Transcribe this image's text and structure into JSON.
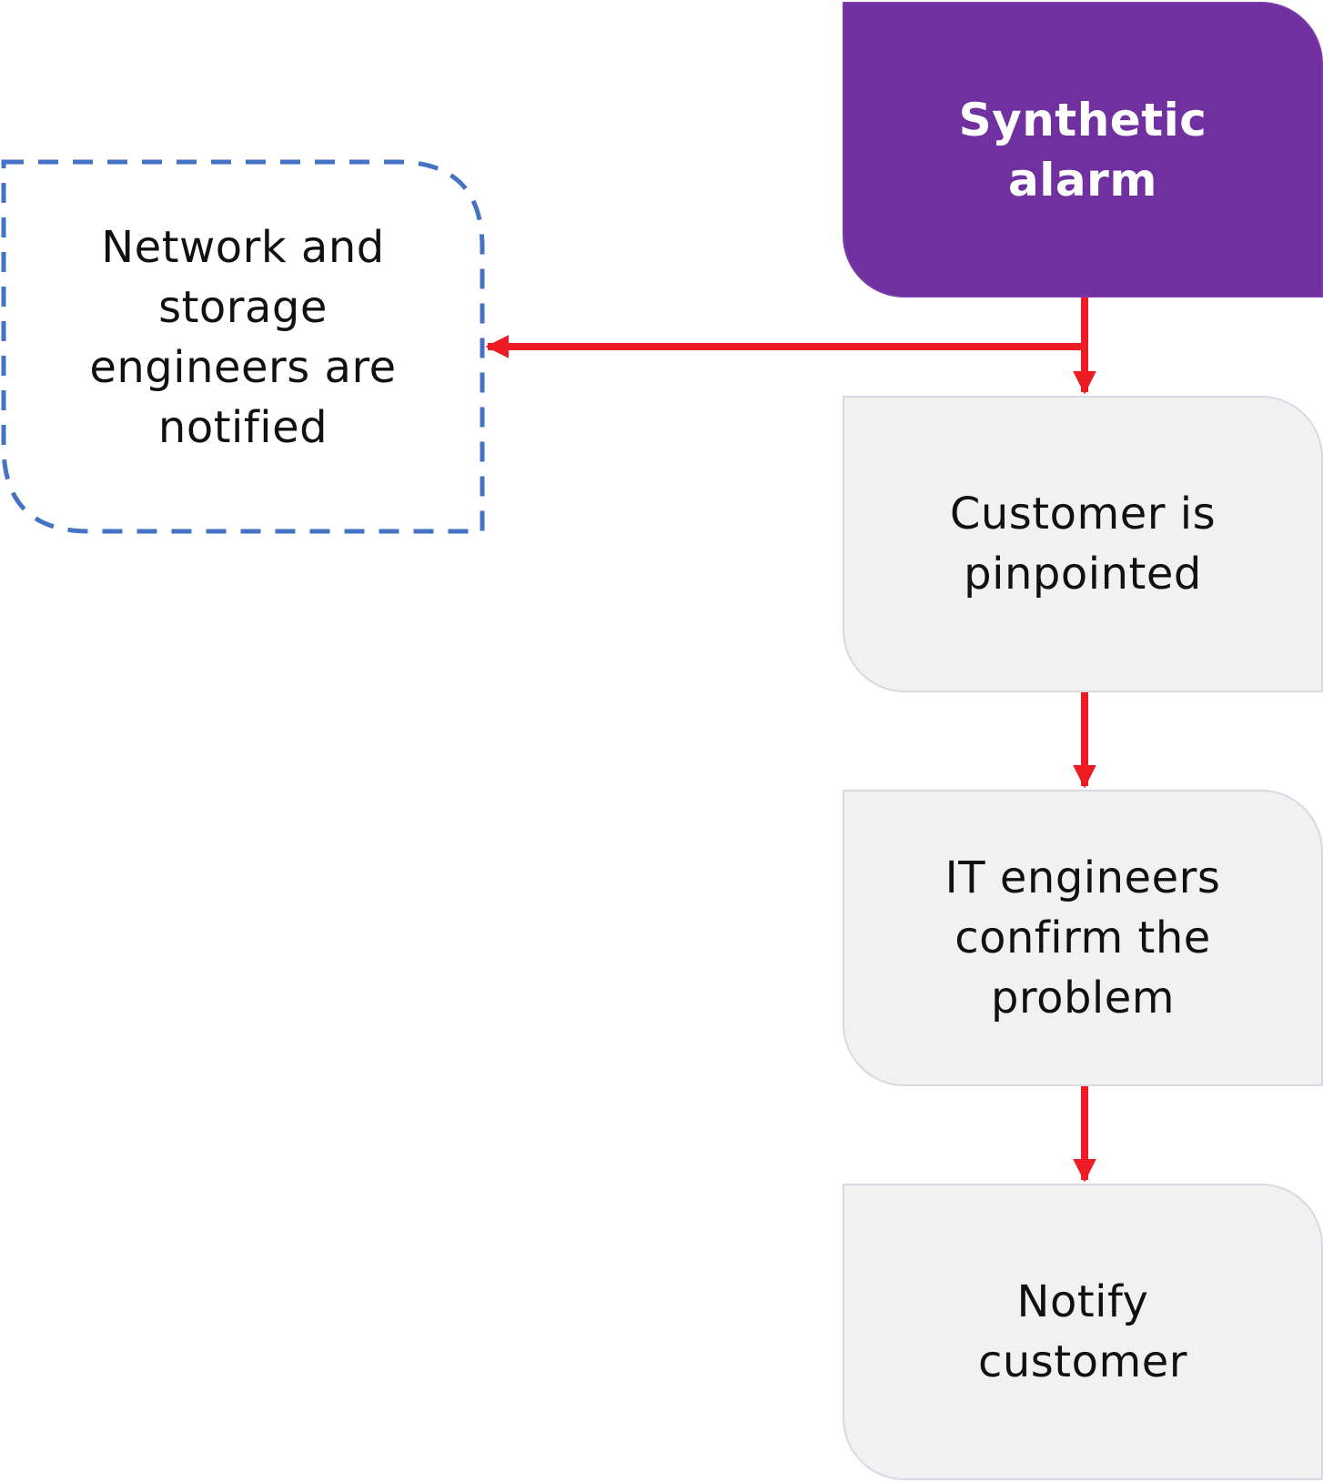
{
  "diagram": {
    "nodes": [
      {
        "id": "synthetic-alarm",
        "label": "Synthetic alarm",
        "style": "primary",
        "fill": "#7030a0"
      },
      {
        "id": "customer-pinpointed",
        "label": "Customer is pinpointed",
        "style": "step",
        "fill": "#f1f1f2"
      },
      {
        "id": "it-engineers-confirm",
        "label": "IT engineers confirm the problem",
        "style": "step",
        "fill": "#f1f1f2"
      },
      {
        "id": "notify-customer",
        "label": "Notify customer",
        "style": "step",
        "fill": "#f1f1f2"
      },
      {
        "id": "network-storage-notified",
        "label": "Network and storage engineers are notified",
        "style": "dashed",
        "border": "#4472c4"
      }
    ],
    "edges": [
      {
        "from": "synthetic-alarm",
        "to": "customer-pinpointed"
      },
      {
        "from": "customer-pinpointed",
        "to": "it-engineers-confirm"
      },
      {
        "from": "it-engineers-confirm",
        "to": "notify-customer"
      },
      {
        "from": "synthetic-alarm",
        "to": "network-storage-notified"
      }
    ],
    "colors": {
      "arrow": "#ed1c24",
      "primary": "#7030a0",
      "step": "#f1f1f2",
      "dashed_border": "#4472c4"
    }
  }
}
